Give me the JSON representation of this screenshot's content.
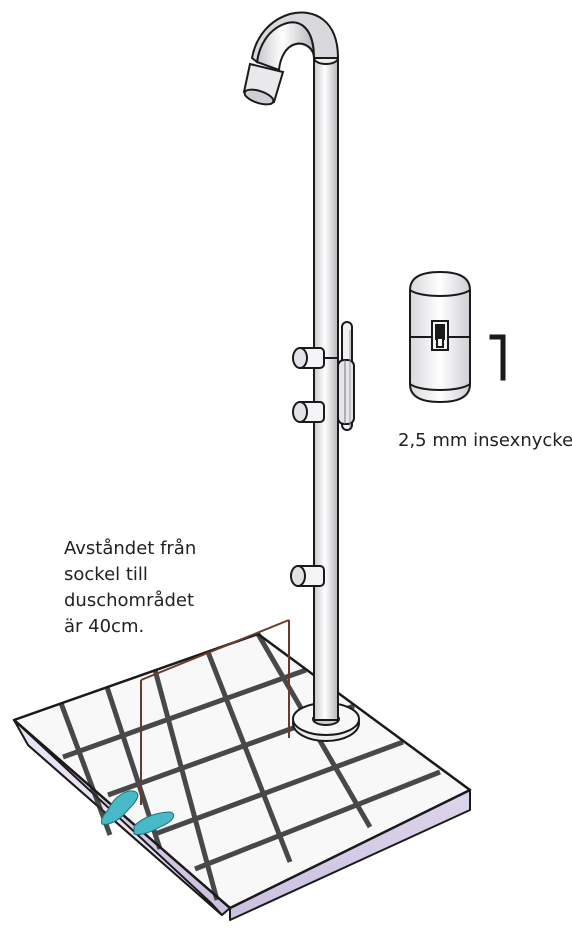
{
  "labels": {
    "distance_note": [
      "Avståndet från",
      "sockel till",
      "duschområdet",
      "är 40cm."
    ],
    "key_label": "2,5 mm insexnyckel"
  },
  "colors": {
    "line": "#1a1a1a",
    "pole_light": "#f4f4f4",
    "pole_shadow": "#b9b9bd",
    "tile": "#f7f7f7",
    "base_side": "#c9c0dc",
    "base_front": "#ddd6ea",
    "footprint": "#48b9c6",
    "dimension_line": "#6b3b2a"
  },
  "icons": [
    "left-footprint-icon",
    "right-footprint-icon",
    "allen-key-icon"
  ]
}
